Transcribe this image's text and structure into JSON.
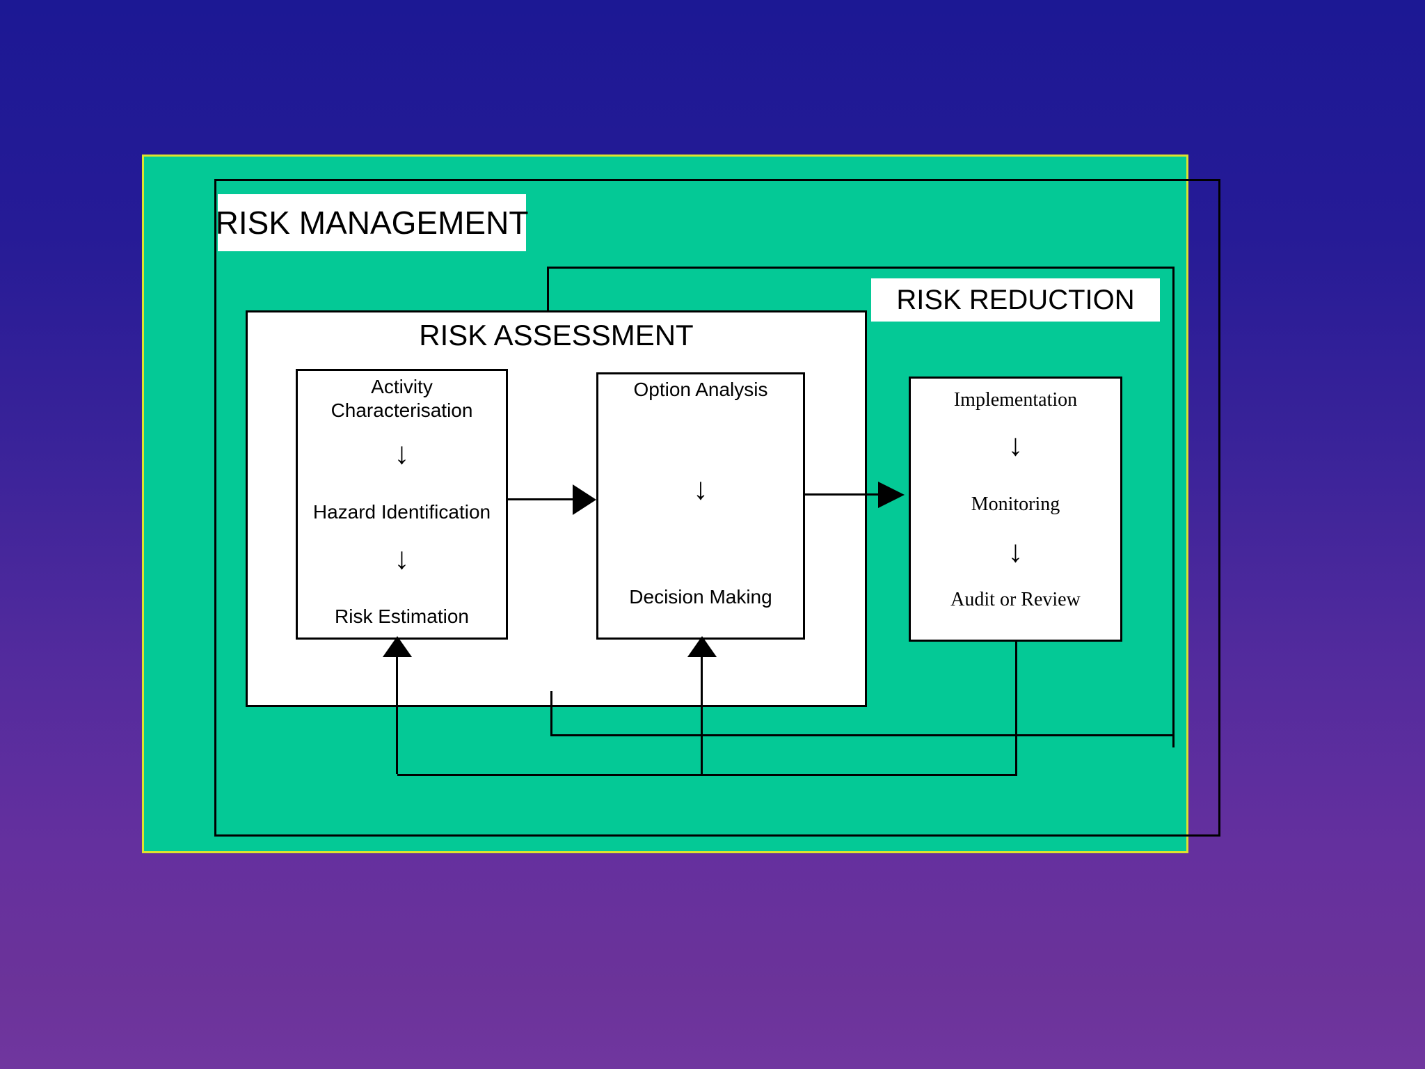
{
  "titles": {
    "risk_management": "RISK MANAGEMENT",
    "risk_assessment": "RISK ASSESSMENT",
    "risk_reduction": "RISK REDUCTION"
  },
  "flow": {
    "assessment_box1": {
      "step1_line1": "Activity",
      "step1_line2": "Characterisation",
      "step2": "Hazard Identification",
      "step3": "Risk Estimation"
    },
    "assessment_box2": {
      "step1": "Option Analysis",
      "step2": "Decision Making"
    },
    "reduction_box": {
      "step1": "Implementation",
      "step2": "Monitoring",
      "step3": "Audit or Review"
    }
  },
  "icons": {
    "down_arrow": "↓"
  },
  "colors": {
    "background_top": "#1c1894",
    "background_bottom": "#70369f",
    "slide_green": "#04c996",
    "slide_border_yellow": "#dde32e",
    "panel_white": "#ffffff",
    "line_black": "#000000"
  }
}
